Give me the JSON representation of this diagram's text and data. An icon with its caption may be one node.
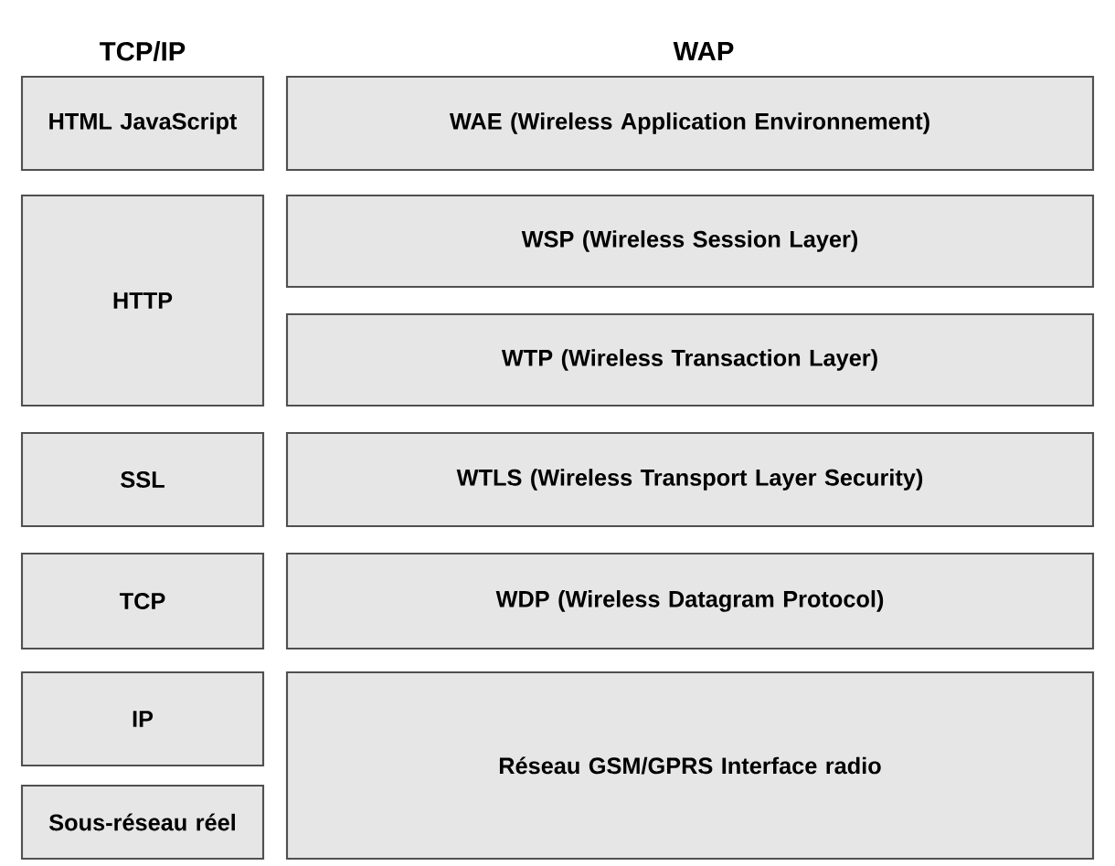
{
  "diagram": {
    "nodes": [
      {
        "text": [
          "HTML JavaScript"
        ]
      },
      {
        "text": [
          "WAE (Wireless Application Environnement)"
        ]
      },
      {
        "text": [
          "HTTP"
        ]
      },
      {
        "text": [
          "WSP (Wireless Session Layer)"
        ]
      },
      {
        "text": [
          "WTP (Wireless Transaction Layer)"
        ]
      },
      {
        "text": [
          "SSL"
        ]
      },
      {
        "text": [
          "WTLS (Wireless Transport Layer Security)"
        ]
      },
      {
        "text": [
          "TCP"
        ]
      },
      {
        "text": [
          "WDP (Wireless Datagram Protocol)"
        ]
      },
      {
        "text": [
          "IP"
        ]
      },
      {
        "text": [
          "Réseau GSM/GPRS Interface radio"
        ]
      },
      {
        "text": [
          "Sous-réseau réel"
        ]
      }
    ],
    "labels": [
      "TCP/IP",
      "WAP"
    ]
  }
}
